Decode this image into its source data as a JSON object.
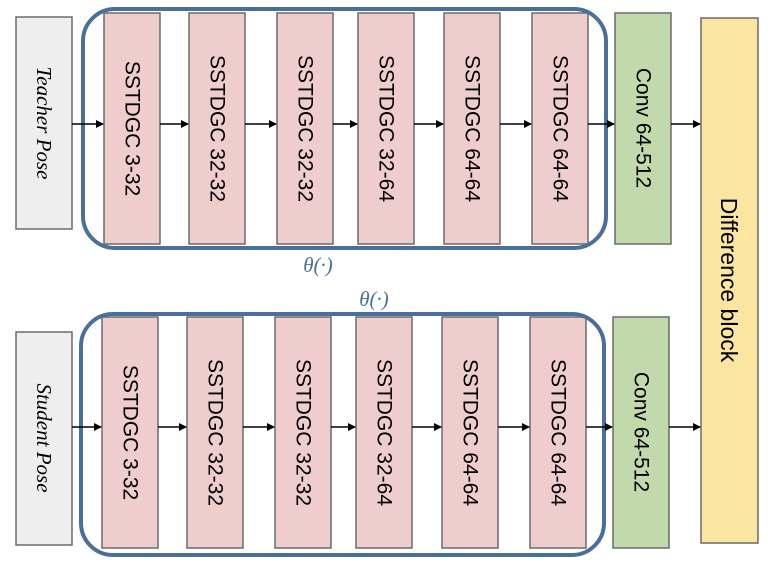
{
  "colors": {
    "input_fill": "#eeeeee",
    "block_fill": "#efcdcc",
    "conv_fill": "#c1d9ab",
    "diff_fill": "#fbe5a0",
    "box_stroke": "#6b6b6b",
    "group_stroke": "#4a6f9b",
    "arrow": "#000000",
    "theta_text": "#4a6f9b"
  },
  "teacher_branch": {
    "input_label": "Teacher Pose",
    "blocks": [
      "SSTDGC 3-32",
      "SSTDGC 32-32",
      "SSTDGC 32-32",
      "SSTDGC 32-64",
      "SSTDGC 64-64",
      "SSTDGC 64-64"
    ],
    "conv_label": "Conv 64-512",
    "group_label": "θ(·)"
  },
  "student_branch": {
    "input_label": "Student Pose",
    "blocks": [
      "SSTDGC 3-32",
      "SSTDGC 32-32",
      "SSTDGC 32-32",
      "SSTDGC 32-64",
      "SSTDGC 64-64",
      "SSTDGC 64-64"
    ],
    "conv_label": "Conv 64-512",
    "group_label": "θ(·)"
  },
  "difference_block": {
    "label": "Difference block"
  }
}
